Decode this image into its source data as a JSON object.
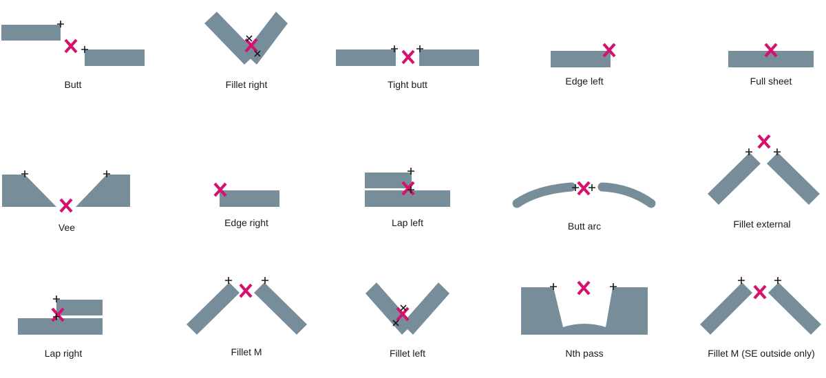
{
  "colors": {
    "plate": "#778d9a",
    "weld": "#d6106e",
    "marker": "#1a1a1a"
  },
  "joints": [
    {
      "id": "butt",
      "label": "Butt"
    },
    {
      "id": "fillet-right",
      "label": "Fillet right"
    },
    {
      "id": "tight-butt",
      "label": "Tight butt"
    },
    {
      "id": "edge-left",
      "label": "Edge left"
    },
    {
      "id": "full-sheet",
      "label": "Full sheet"
    },
    {
      "id": "vee",
      "label": "Vee"
    },
    {
      "id": "edge-right",
      "label": "Edge right"
    },
    {
      "id": "lap-left",
      "label": "Lap left"
    },
    {
      "id": "butt-arc",
      "label": "Butt arc"
    },
    {
      "id": "fillet-external",
      "label": "Fillet external"
    },
    {
      "id": "lap-right",
      "label": "Lap right"
    },
    {
      "id": "fillet-m",
      "label": "Fillet M"
    },
    {
      "id": "fillet-left",
      "label": "Fillet left"
    },
    {
      "id": "nth-pass",
      "label": "Nth pass"
    },
    {
      "id": "fillet-m-se",
      "label": "Fillet M (SE outside only)"
    }
  ]
}
